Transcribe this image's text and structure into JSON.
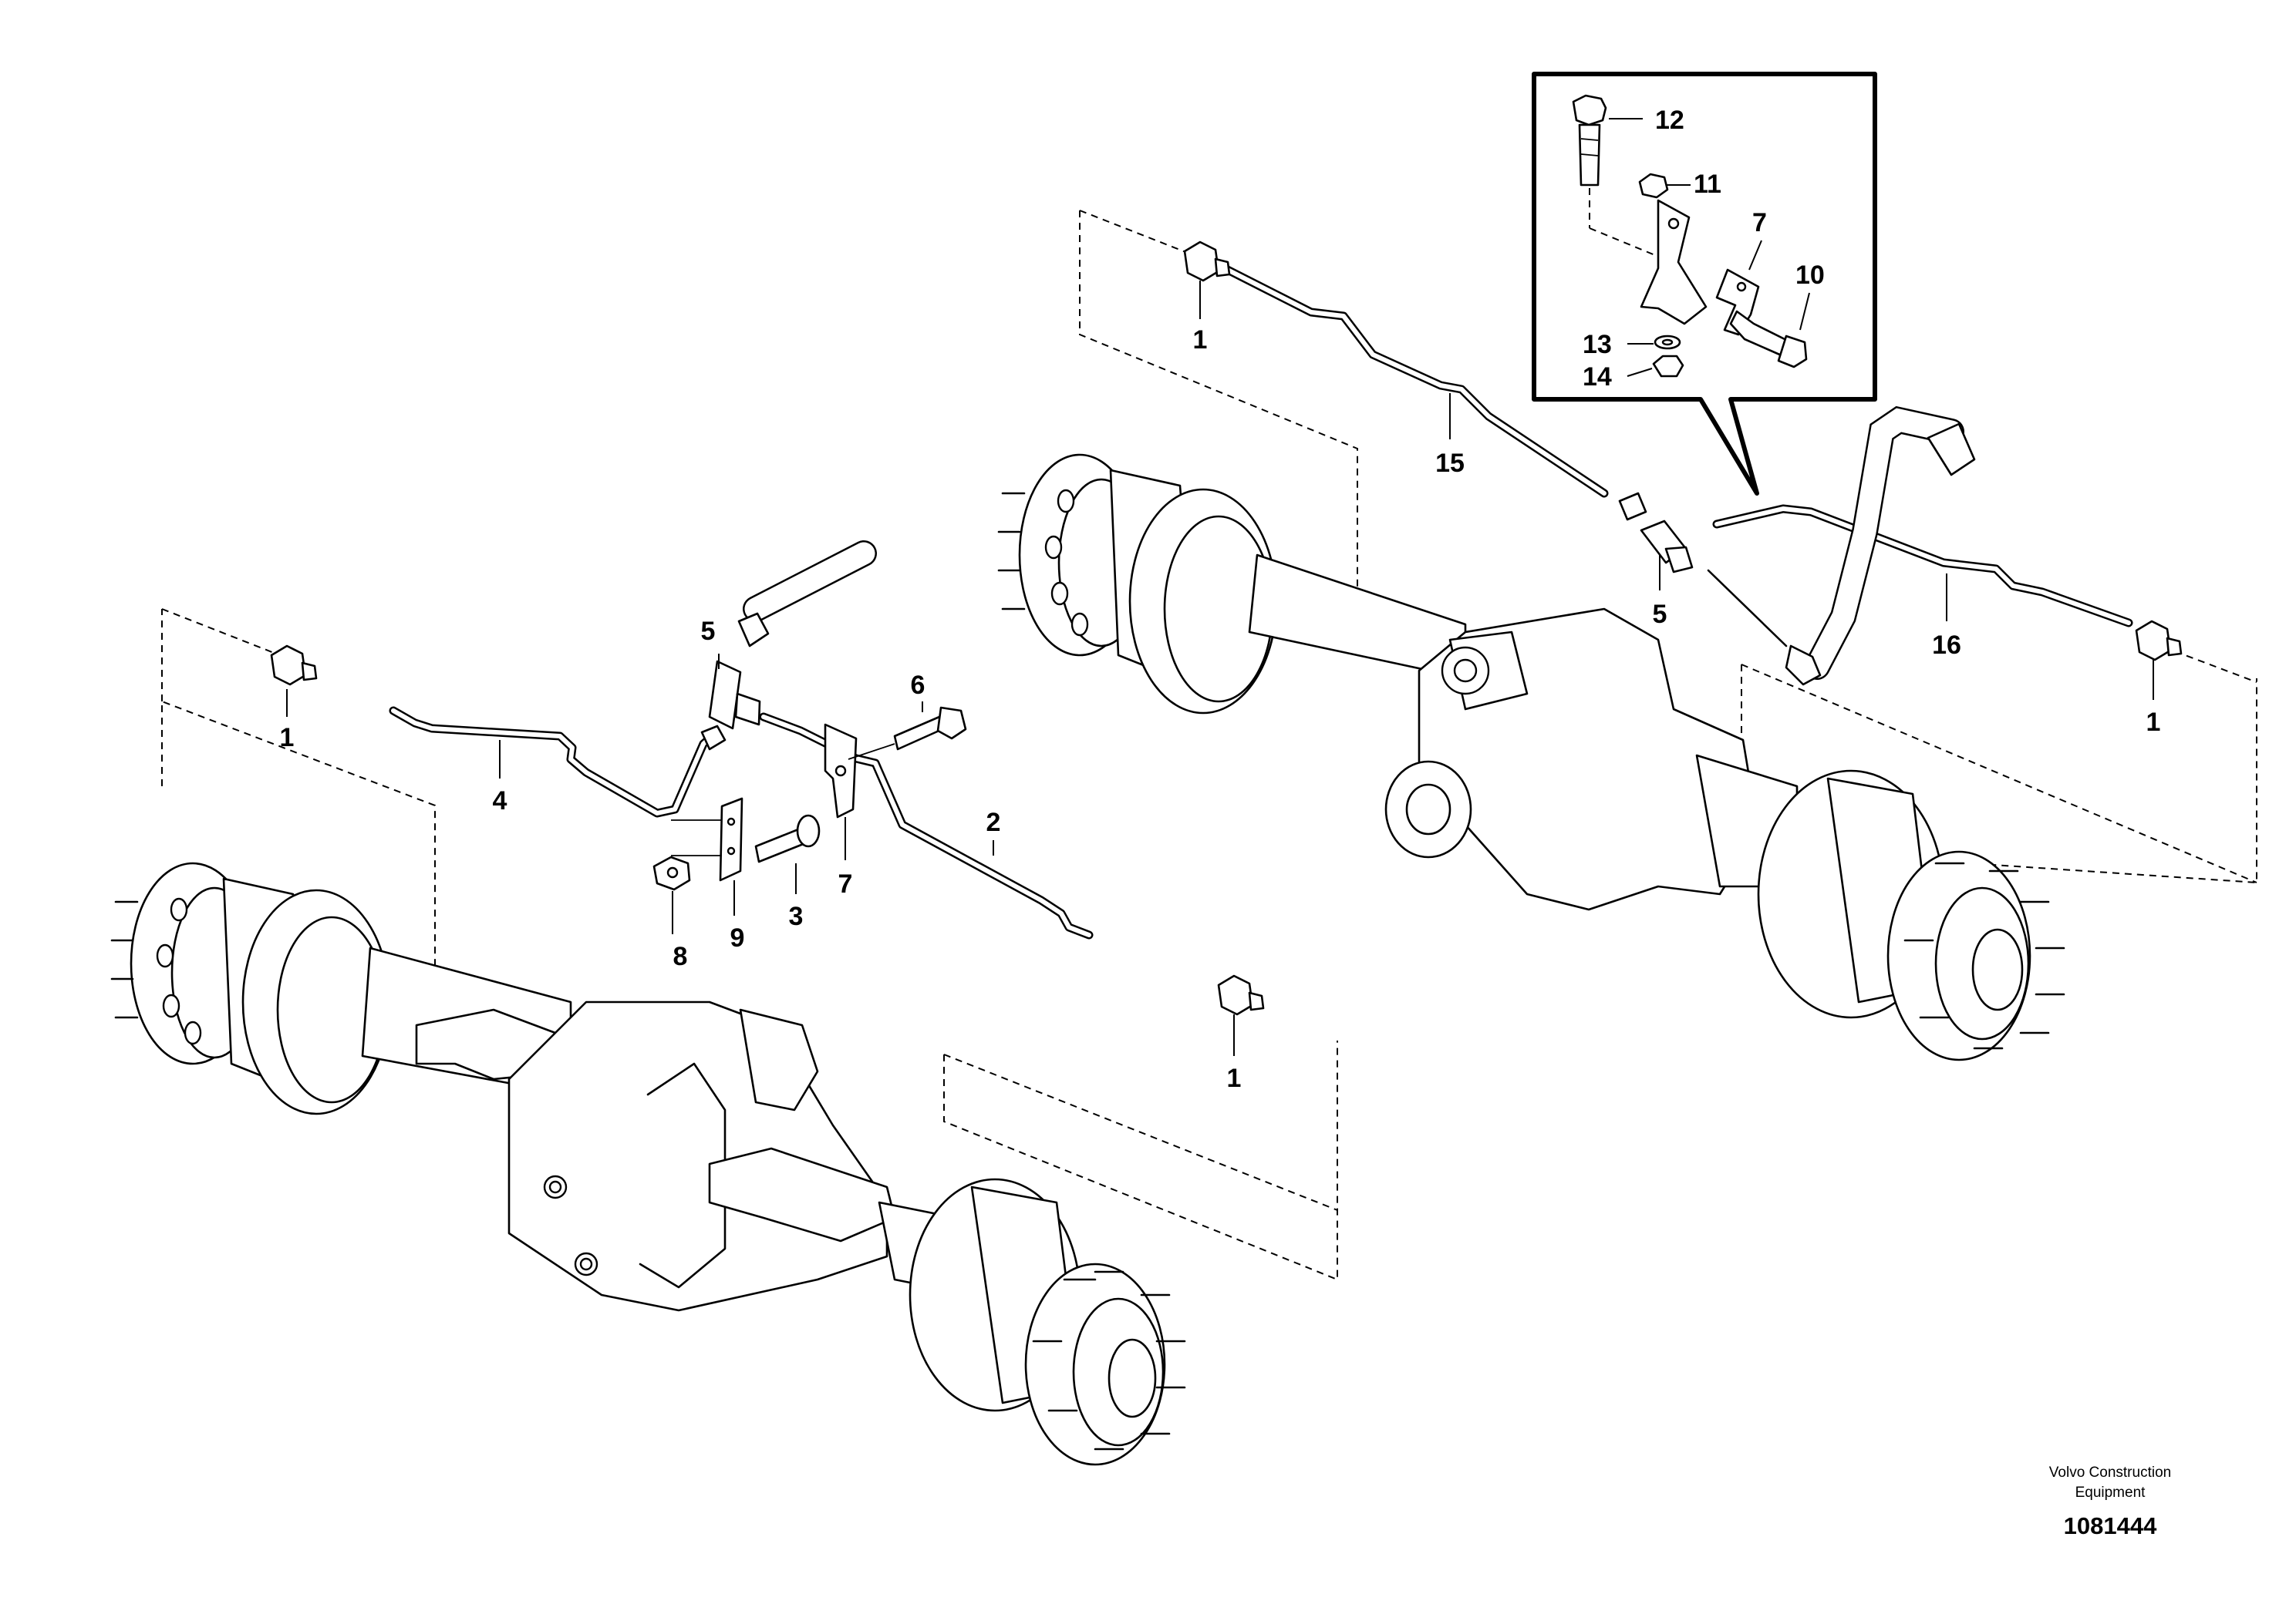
{
  "diagram": {
    "callouts": {
      "front_hose_fitting_1": "1",
      "front_hose_fitting_1b": "1",
      "rear_fitting_1a": "1",
      "rear_fitting_1b": "1",
      "pipe_2": "2",
      "screw_3": "3",
      "pipe_4": "4",
      "tee_5_front": "5",
      "tee_5_rear": "5",
      "screw_6": "6",
      "clamp_7_front": "7",
      "clamp_7_inset": "7",
      "nut_8": "8",
      "plate_9": "9",
      "screw_10": "10",
      "nut_11": "11",
      "screw_12": "12",
      "washer_13": "13",
      "nut_14": "14",
      "pipe_15": "15",
      "pipe_16": "16"
    },
    "manufacturer_line1": "Volvo Construction",
    "manufacturer_line2": "Equipment",
    "drawing_number": "1081444"
  }
}
